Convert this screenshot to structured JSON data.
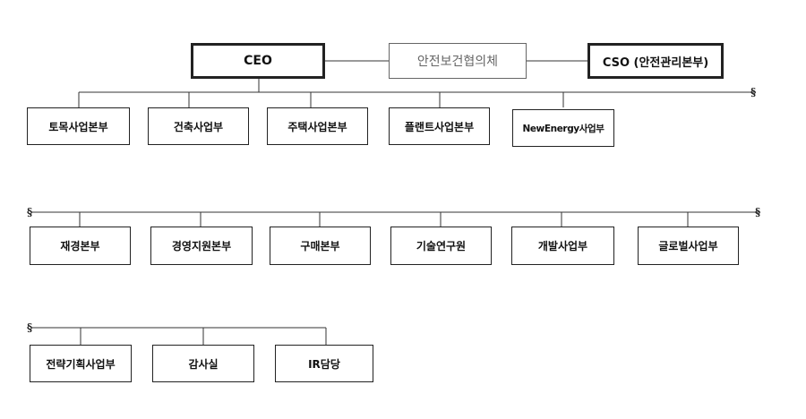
{
  "top": {
    "ceo": "CEO",
    "council": "안전보건협의체",
    "cso": "CSO (안전관리본부)"
  },
  "row1": [
    "토목사업본부",
    "건축사업부",
    "주택사업본부",
    "플랜트사업본부",
    "NewEnergy사업부"
  ],
  "row2": [
    "재경본부",
    "경영지원본부",
    "구매본부",
    "기술연구원",
    "개발사업부",
    "글로벌사업부"
  ],
  "row3": [
    "전략기획사업부",
    "감사실",
    "IR담당"
  ],
  "continuation_mark": "§"
}
